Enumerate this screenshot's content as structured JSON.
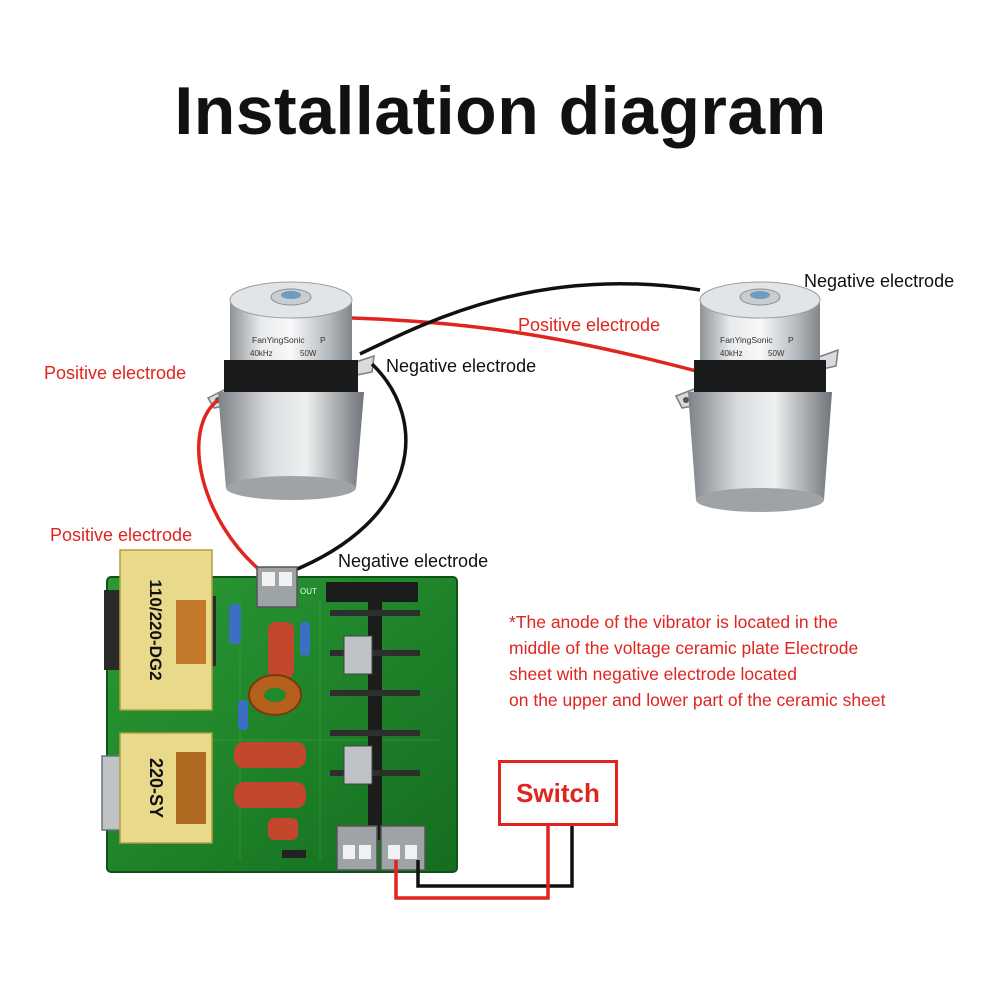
{
  "title": "Installation diagram",
  "labels": {
    "positive_electrode": "Positive electrode",
    "negative_electrode": "Negative electrode"
  },
  "transducers": [
    {
      "brand": "FanYingSonic",
      "mark": "P",
      "frequency": "40kHz",
      "power": "50W"
    },
    {
      "brand": "FanYingSonic",
      "mark": "P",
      "frequency": "40kHz",
      "power": "50W"
    }
  ],
  "board": {
    "transformer_1": "110/220-DG2",
    "transformer_2": "220-SY",
    "out_label": "OUT"
  },
  "switch_label": "Switch",
  "note_lines": [
    "*The anode of the vibrator is located in the",
    "middle of the voltage ceramic plate Electrode",
    "sheet with negative electrode located",
    "on the upper and lower part of the ceramic sheet"
  ],
  "colors": {
    "wire_positive": "#e0241f",
    "wire_negative": "#111111",
    "pcb": "#1f8a2a",
    "transformer": "#e9d98a",
    "metal": "#c7cbcf"
  }
}
